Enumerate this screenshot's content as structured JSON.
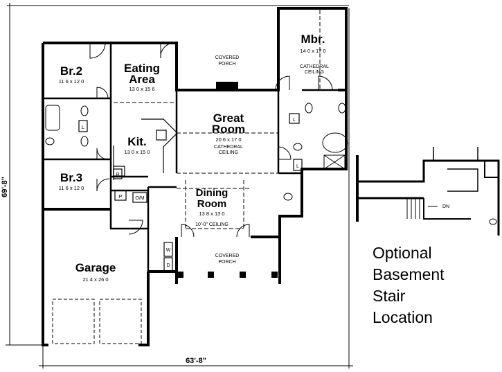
{
  "dimensions": {
    "width": "63'-8\"",
    "depth": "69'-8\""
  },
  "rooms": {
    "br2": {
      "name": "Br.2",
      "size": "11 6 x 12 0"
    },
    "eating": {
      "line1": "Eating",
      "line2": "Area",
      "size": "13 0 x 15 6"
    },
    "kitchen": {
      "name": "Kit.",
      "size": "13 0 x 15 0"
    },
    "br3": {
      "name": "Br.3",
      "size": "11 6 x 12 0"
    },
    "great": {
      "line1": "Great",
      "line2": "Room",
      "size": "20 6 x 17 0",
      "ceiling1": "CATHEDRAL",
      "ceiling2": "CEILING"
    },
    "dining": {
      "line1": "Dining",
      "line2": "Room",
      "size": "13 8 x 13 0",
      "ceiling": "10'-0\" CEILING"
    },
    "mbr": {
      "name": "Mbr.",
      "size": "14 0 x 17 0",
      "ceiling1": "CATHEDRAL",
      "ceiling2": "CEILING"
    },
    "garage": {
      "name": "Garage",
      "size": "21 4 x 26 0"
    },
    "porch_rear": {
      "line1": "COVERED",
      "line2": "PORCH"
    },
    "porch_front": {
      "line1": "COVERED",
      "line2": "PORCH"
    }
  },
  "fixtures": {
    "linen_a": "L",
    "linen_b": "L",
    "linen_c": "L",
    "refrigerator": "R",
    "pantry": "P",
    "oven_microwave": "O/M",
    "washer": "W",
    "dryer": "D",
    "stair_down": "DN"
  },
  "note_lines": [
    "Optional",
    "Basement",
    "Stair",
    "Location"
  ]
}
